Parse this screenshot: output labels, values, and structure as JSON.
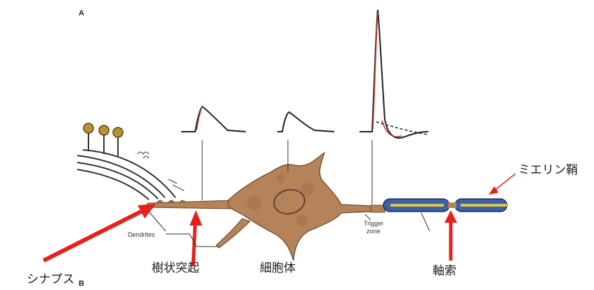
{
  "panel_labels": {
    "top": "A",
    "bottom": "B"
  },
  "labels": {
    "synapse": "シナプス",
    "dendrite": "樹状突起",
    "cell_body": "細胞体",
    "axon": "軸索",
    "myelin": "ミエリン鞘",
    "dendrites_en": "Dendrites",
    "trigger": "Trigger",
    "zone": "zone"
  },
  "colors": {
    "arrow": "#e8201c",
    "cell": "#b5835a",
    "cell_dark": "#8a5b38",
    "myelin_blue": "#3b5fa8",
    "myelin_yellow": "#d9c64a",
    "trace": "#222222",
    "trace_red": "#c0392b"
  },
  "icons": {
    "synapse_knob": "presynaptic-terminal-icon"
  }
}
